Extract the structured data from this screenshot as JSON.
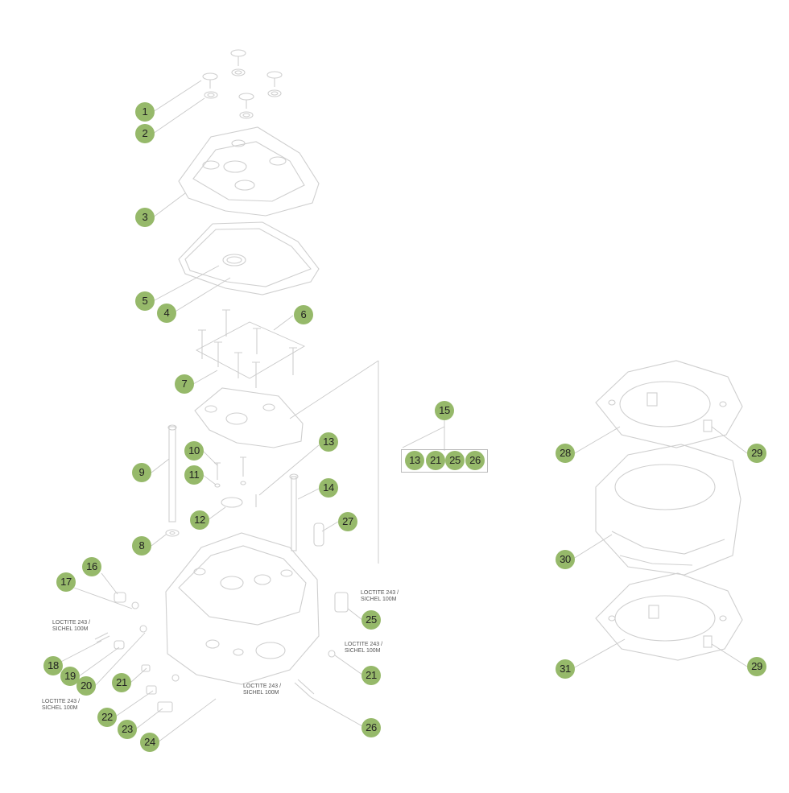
{
  "callouts": [
    {
      "n": "1"
    },
    {
      "n": "2"
    },
    {
      "n": "3"
    },
    {
      "n": "5"
    },
    {
      "n": "4"
    },
    {
      "n": "6"
    },
    {
      "n": "7"
    },
    {
      "n": "15"
    },
    {
      "n": "10"
    },
    {
      "n": "13"
    },
    {
      "n": "9"
    },
    {
      "n": "11"
    },
    {
      "n": "14"
    },
    {
      "n": "12"
    },
    {
      "n": "27"
    },
    {
      "n": "8"
    },
    {
      "n": "16"
    },
    {
      "n": "17"
    },
    {
      "n": "25"
    },
    {
      "n": "18"
    },
    {
      "n": "19"
    },
    {
      "n": "20"
    },
    {
      "n": "21"
    },
    {
      "n": "21"
    },
    {
      "n": "22"
    },
    {
      "n": "23"
    },
    {
      "n": "24"
    },
    {
      "n": "26"
    },
    {
      "n": "28"
    },
    {
      "n": "29"
    },
    {
      "n": "30"
    },
    {
      "n": "31"
    },
    {
      "n": "29"
    }
  ],
  "kit_group": {
    "items": [
      "13",
      "21",
      "25",
      "26"
    ]
  },
  "notes": [
    {
      "text": "LOCTITE 243 /\nSICHEL 100M"
    },
    {
      "text": "LOCTITE 243 /\nSICHEL 100M"
    },
    {
      "text": "LOCTITE 243 /\nSICHEL 100M"
    },
    {
      "text": "LOCTITE 243 /\nSICHEL 100M"
    },
    {
      "text": "LOCTITE 243 /\nSICHEL 100M"
    }
  ]
}
